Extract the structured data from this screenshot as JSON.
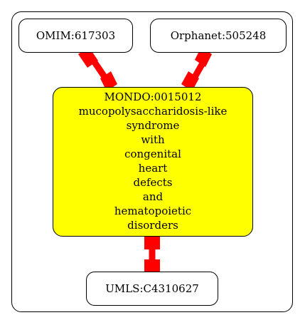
{
  "colors": {
    "edge": "#ff0000",
    "main_fill": "#ffff00",
    "node_fill": "#ffffff",
    "stroke": "#000000"
  },
  "nodes": {
    "omim": {
      "label": "OMIM:617303"
    },
    "orphanet": {
      "label": "Orphanet:505248"
    },
    "mondo": {
      "id": "MONDO:0015012",
      "lines": [
        "mucopolysaccharidosis-like",
        "syndrome",
        "with",
        "congenital",
        "heart",
        "defects",
        "and",
        "hematopoietic",
        "disorders"
      ]
    },
    "umls": {
      "label": "UMLS:C4310627"
    }
  },
  "edges": [
    {
      "from": "omim",
      "to": "mondo"
    },
    {
      "from": "orphanet",
      "to": "mondo"
    },
    {
      "from": "mondo",
      "to": "umls"
    }
  ]
}
